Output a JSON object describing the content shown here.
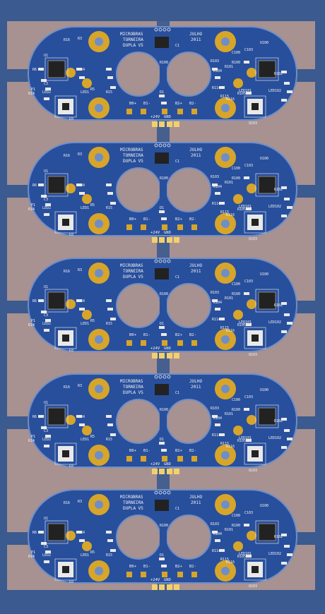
{
  "board": {
    "title_lines": [
      "MICROBRAS",
      "TORNEIRA",
      "DUPLA V5"
    ],
    "date_lines": [
      "JULHO",
      "2011"
    ],
    "connector_top": [
      "B0+",
      "B1-",
      "B2+",
      "B2-"
    ],
    "connector_bottom": [
      "+24V",
      "GND"
    ],
    "left_labels": [
      "U1",
      "R16",
      "R3",
      "C3",
      "R6",
      "R4",
      "P1",
      "R5",
      "R14",
      "LED2",
      "LED1",
      "U3",
      "R15",
      "C1",
      "D1"
    ],
    "right_labels": [
      "U100",
      "R103",
      "R104",
      "C103",
      "R100",
      "R101",
      "R102",
      "LED102",
      "LED101",
      "R115",
      "R114",
      "R116",
      "Q103",
      "R105",
      "C100"
    ],
    "misc_labels": [
      "R100",
      "C3",
      "D1",
      "R1",
      "R2"
    ]
  },
  "colors": {
    "frame": "#3b5a8f",
    "gap": "#a79191",
    "board": "#284f9c",
    "board_edge": "#6f8ec7",
    "pad": "#d7a52a",
    "pad_inner": "#f2d06d",
    "silk": "#f3f3f3",
    "component_dark": "#222222",
    "component_light": "#e9e9e9"
  }
}
